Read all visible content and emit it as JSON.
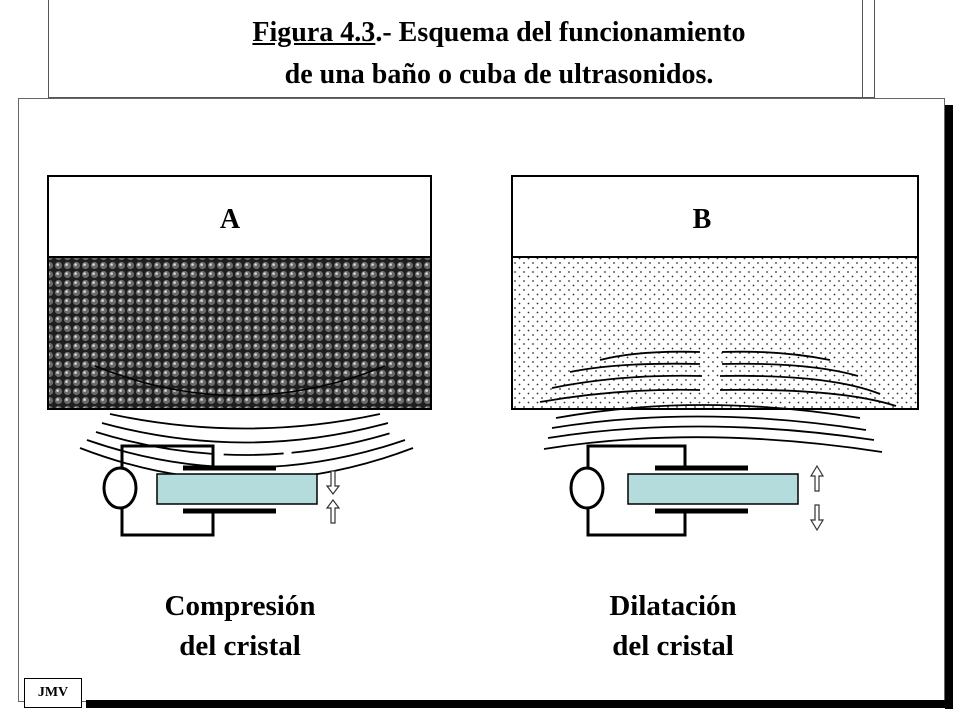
{
  "title": {
    "figure_label": "Figura 4.3",
    "line1_rest": ".- Esquema del funcionamiento",
    "line2": "de una baño o cuba de ultrasonidos."
  },
  "panels": {
    "a": {
      "label": "A",
      "caption_line1": "Compresión",
      "caption_line2": "del cristal"
    },
    "b": {
      "label": "B",
      "caption_line1": "Dilatación",
      "caption_line2": "del cristal"
    }
  },
  "author": "JMV",
  "colors": {
    "crystal": "#b4dcdc",
    "liquid_a": "#1a1a1a",
    "liquid_b": "#ffffff",
    "outline": "#000000"
  }
}
